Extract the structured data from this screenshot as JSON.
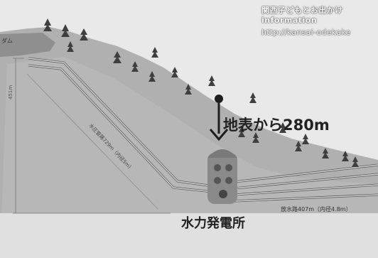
{
  "watermark": {
    "line1": "関西子どもとお出かけ information",
    "line2": "http://kansai-odekake"
  },
  "labels": {
    "depth": "地表から280m",
    "plant": "水力発電所",
    "dam": "ダム",
    "height": "451m",
    "penstock": "水圧管路729m（内径5m）",
    "tailrace": "放水路407m（内径4.8m）"
  },
  "colors": {
    "sky": "#e9e9e9",
    "mountain": "#a9a9a9",
    "pipe": "#5a5a5a",
    "tree": "#3f3f3f",
    "marker": "#1e1e1e"
  }
}
